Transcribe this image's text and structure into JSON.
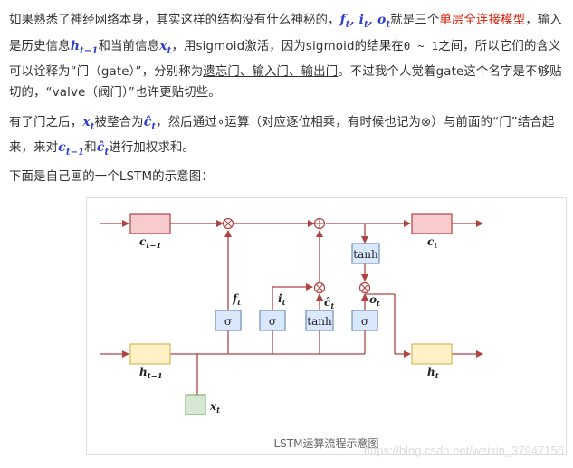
{
  "para1": {
    "t1": "如果熟悉了神经网络本身，其实这样的结构没有什么神秘的，",
    "m_f": "f",
    "m_f_sub": "t",
    "sep1": ", ",
    "m_i": "i",
    "m_i_sub": "t",
    "sep2": ", ",
    "m_o": "o",
    "m_o_sub": "t",
    "t2": "就是三个",
    "highlight": "单层全连接模型",
    "t3": "，输入是历史信息",
    "m_h": "h",
    "m_h_sub": "t−1",
    "t4": "和当前信息",
    "m_x": "x",
    "m_x_sub": "t",
    "t5": "，用sigmoid激活，因为sigmoid的结果在",
    "range": "0 ~ 1",
    "t6": "之间，所以它们的含义可以诠释为“门（gate）”，分别称为",
    "gates": "遗忘门、输入门、输出门",
    "t7": "。不过我个人觉着gate这个名字是不够贴切的，“valve（阀门）”也许更贴切些。"
  },
  "para2": {
    "t1": "有了门之后，",
    "m_x": "x",
    "m_x_sub": "t",
    "t2": "被整合为",
    "m_c": "ĉ",
    "m_c_sub": "t",
    "t3": "，然后通过∘运算（对应逐位相乘，有时候也记为⊗）与前面的“门”结合起来，来对",
    "m_c2": "c",
    "m_c2_sub": "t−1",
    "t4": "和",
    "m_c3": "ĉ",
    "m_c3_sub": "t",
    "t5": "进行加权求和。"
  },
  "para3": "下面是自己画的一个LSTM的示意图：",
  "figure": {
    "caption": "LSTM运算流程示意图",
    "labels": {
      "c_prev": "c",
      "c_prev_sub": "t−1",
      "c_t": "c",
      "c_t_sub": "t",
      "h_prev": "h",
      "h_prev_sub": "t−1",
      "h_t": "h",
      "h_t_sub": "t",
      "x_t": "x",
      "x_t_sub": "t",
      "f_t": "f",
      "f_t_sub": "t",
      "i_t": "i",
      "i_t_sub": "t",
      "c_hat": "ĉ",
      "c_hat_sub": "t",
      "o_t": "o",
      "o_t_sub": "t"
    },
    "boxes": {
      "sigma": "σ",
      "tanh": "tanh"
    },
    "ops": {
      "mul": "⊗",
      "add": "⊕"
    },
    "colors": {
      "arrow": "#b14242",
      "cell_fill": "#f8cccc",
      "cell_stroke": "#b14242",
      "hidden_fill": "#fff2c6",
      "hidden_stroke": "#d6b656",
      "input_fill": "#d5e8d4",
      "input_stroke": "#82b366",
      "gate_fill": "#dae8fc",
      "gate_stroke": "#6c8ebf"
    }
  },
  "watermark": "https://blog.csdn.net/weixin_37947156"
}
